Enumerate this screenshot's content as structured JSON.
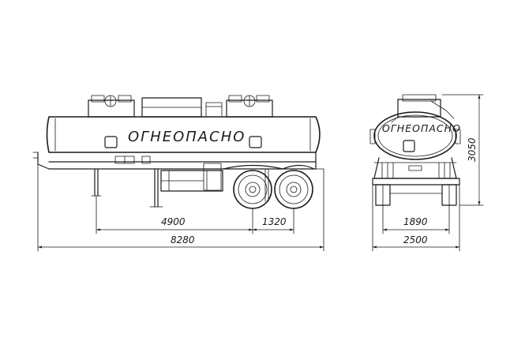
{
  "side_view": {
    "tank_label": "ОГНЕОПАСНО",
    "dims": {
      "kingpin_to_axles": "4900",
      "axle_spacing": "1320",
      "overall_length": "8280"
    }
  },
  "rear_view": {
    "tank_label": "ОГНЕОПАСНО",
    "dims": {
      "track_width": "1890",
      "overall_width": "2500",
      "overall_height": "3050"
    }
  }
}
